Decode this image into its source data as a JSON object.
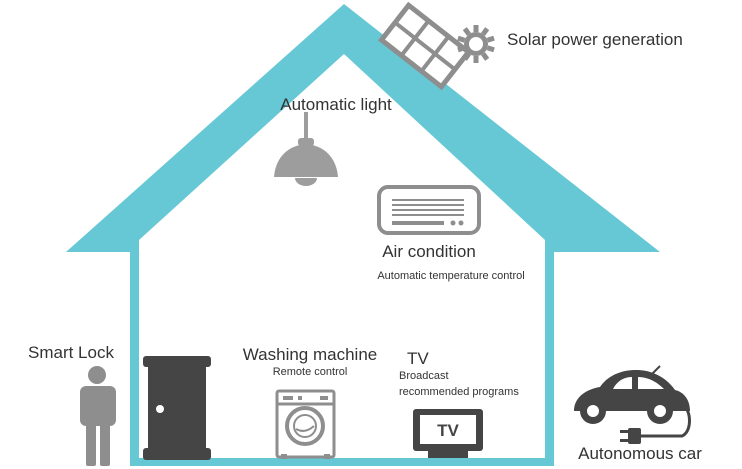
{
  "colors": {
    "house": "#66C8D4",
    "icon_dark": "#454545",
    "icon_mid": "#8e8e8e",
    "icon_light": "#9d9d9d",
    "text": "#333333"
  },
  "labels": {
    "solar": "Solar power generation",
    "light": "Automatic light",
    "aircon": "Air condition",
    "aircon_sub": "Automatic temperature control",
    "smart_lock": "Smart Lock",
    "washing": "Washing machine",
    "washing_sub": "Remote control",
    "tv": "TV",
    "tv_sub1": "Broadcast",
    "tv_sub2": "recommended programs",
    "car": "Autonomous car",
    "tv_screen": "TV"
  },
  "icons": [
    "solar-panel-icon",
    "sun-icon",
    "ceiling-light-icon",
    "air-conditioner-icon",
    "person-icon",
    "door-icon",
    "washing-machine-icon",
    "television-icon",
    "car-icon",
    "plug-icon"
  ]
}
